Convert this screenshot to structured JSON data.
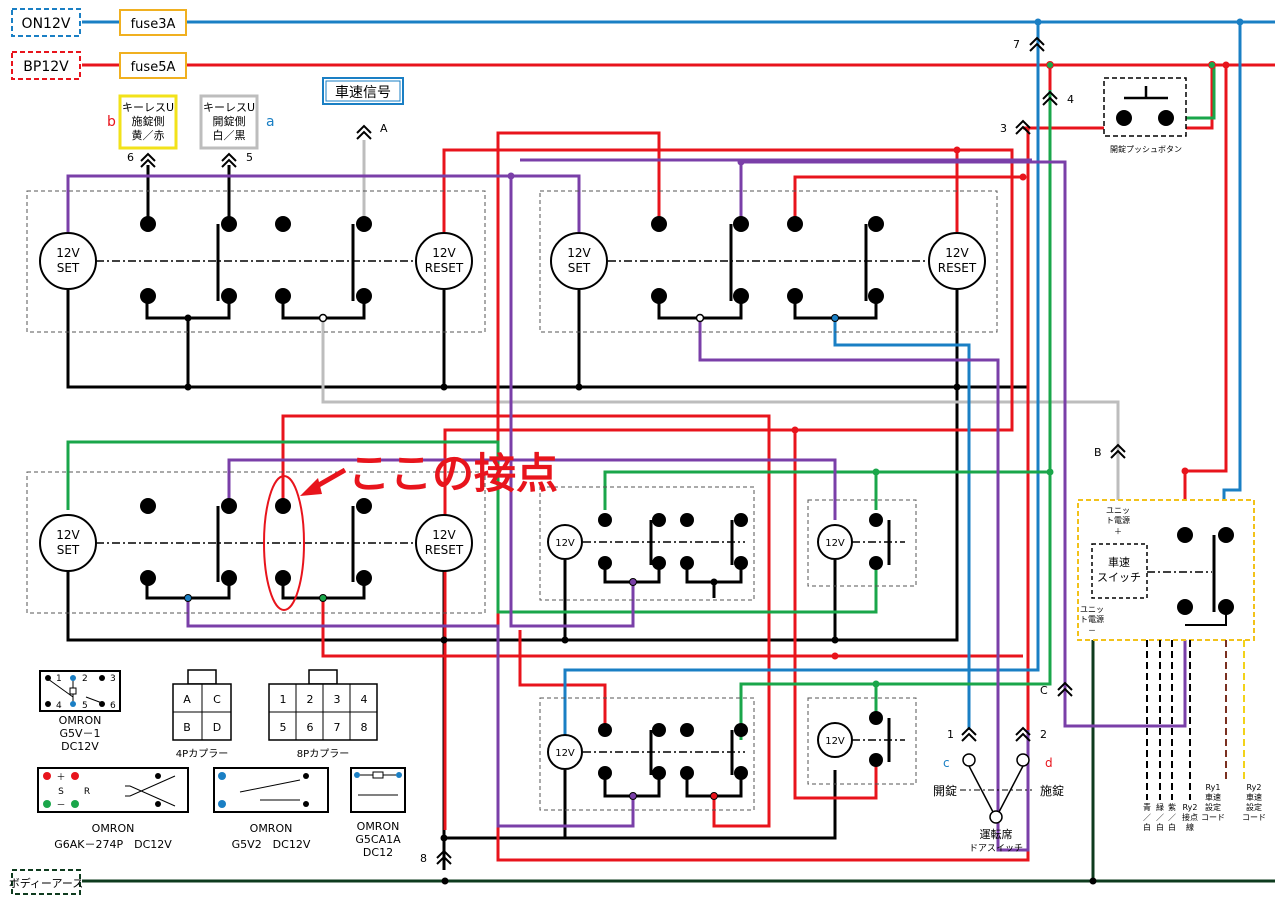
{
  "power": {
    "on12v": "ON12V",
    "bp12v": "BP12V",
    "fuse3a": "fuse3A",
    "fuse5a": "fuse5A",
    "body_earth": "ボディーアース"
  },
  "colors": {
    "red": "#e8141c",
    "blue": "#1a7fc4",
    "green": "#1aa64a",
    "purple": "#7a3fa8",
    "gray": "#bdbdbd",
    "black": "#000000",
    "dark_green": "#0e3b1e",
    "yellow": "#f2d21a"
  },
  "keyless_lock": {
    "letter": "b",
    "title": "キーレスU",
    "side": "施錠側",
    "wire": "黄／赤",
    "pin": "6"
  },
  "keyless_unlock": {
    "letter": "a",
    "title": "キーレスU",
    "side": "開錠側",
    "wire": "白／黒",
    "pin": "5"
  },
  "speed_signal": {
    "label": "車速信号",
    "pin": "A"
  },
  "connector_pins": {
    "p7": "7",
    "p4": "4",
    "p3": "3",
    "pB": "B",
    "pC": "C",
    "p1": "1",
    "p2": "2",
    "p8": "8"
  },
  "unlock_push": "開錠プッシュボタン",
  "relays": {
    "set": "SET",
    "reset": "RESET",
    "v12": "12V"
  },
  "callout": "ここの接点",
  "door_switch": {
    "c": "c",
    "d": "d",
    "unlock": "開錠",
    "lock": "施錠",
    "title1": "運転席",
    "title2": "ドアスイッチ"
  },
  "unit": {
    "power_plus": [
      "ユニッ",
      "ト電源",
      "＋"
    ],
    "power_minus": [
      "ユニッ",
      "ト電源",
      "－"
    ],
    "speed_switch": [
      "車速",
      "スイッチ"
    ]
  },
  "wire_labels": {
    "blue_white": [
      "青",
      "／",
      "白"
    ],
    "green_white": [
      "緑",
      "／",
      "白"
    ],
    "purple_white": [
      "紫",
      "／",
      "白"
    ],
    "ry2_contact": [
      "Ry2",
      "接点",
      "線"
    ],
    "ry1_speed": [
      "Ry1",
      "車速",
      "設定",
      "コード"
    ],
    "ry2_speed": [
      "Ry2",
      "車速",
      "設定",
      "コード"
    ]
  },
  "legend": {
    "g5v1": [
      "OMRON",
      "G5V－1",
      "DC12V"
    ],
    "g5v1_pins": [
      "1",
      "2",
      "3",
      "4",
      "5",
      "6"
    ],
    "coupler4": {
      "cells": [
        "A",
        "C",
        "B",
        "D"
      ],
      "label": "4Pカプラー"
    },
    "coupler8": {
      "cells": [
        "1",
        "2",
        "3",
        "4",
        "5",
        "6",
        "7",
        "8"
      ],
      "label": "8Pカプラー"
    },
    "g6ak": {
      "labels": [
        "OMRON",
        "G6AK－274P　DC12V"
      ],
      "marks": [
        "＋",
        "S",
        "R",
        "－"
      ]
    },
    "g5v2": [
      "OMRON",
      "G5V2　DC12V"
    ],
    "g5ca1a": [
      "OMRON",
      "G5CA1A",
      "DC12"
    ]
  }
}
